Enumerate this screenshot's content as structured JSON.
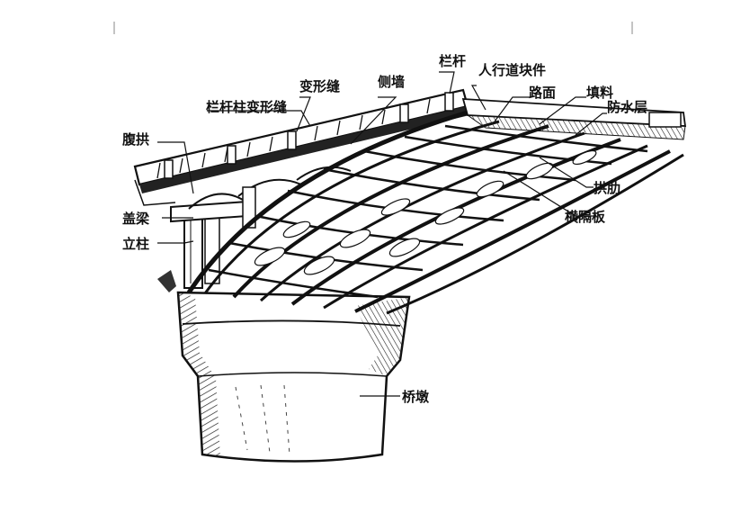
{
  "labels": {
    "fuGong": "腹拱",
    "langanZhuBianXingFeng": "栏杆柱变形缝",
    "bianXingFeng": "变形缝",
    "ceQiang": "侧墙",
    "langan": "栏杆",
    "renXingDaoKuaiJian": "人行道块件",
    "luMian": "路面",
    "tianLiao": "填料",
    "fangShuiCeng": "防水层",
    "gongLei": "拱肋",
    "hengGeBan": "横隔板",
    "gaiLiang": "盖梁",
    "liZhu": "立柱",
    "qiaoDun": "桥墩"
  }
}
